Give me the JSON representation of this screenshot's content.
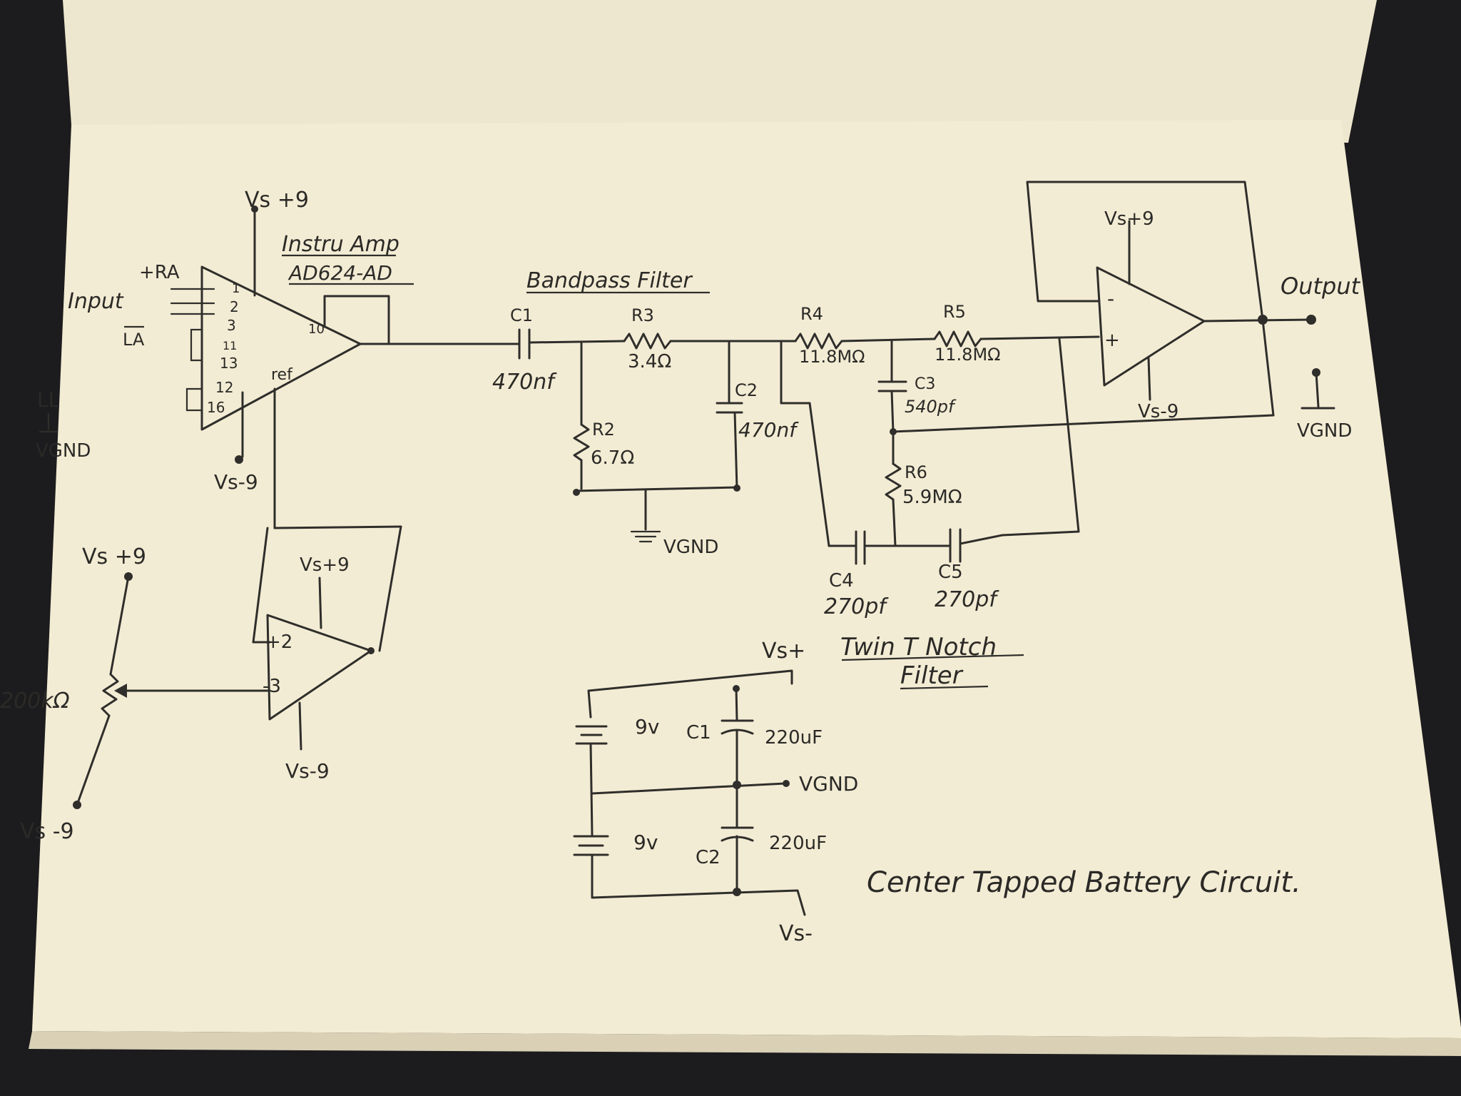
{
  "colors": {
    "paper": "#f3ecd4",
    "paper_top": "#eee7cf",
    "ink": "#2b2a27",
    "background": "#1c1c1e"
  },
  "instrumentation_amp": {
    "title": "Instru Amp",
    "part": "AD624-AD",
    "supply_pos": "Vs +9",
    "supply_neg": "Vs-9",
    "input_label": "Input",
    "ra_label": "+RA",
    "la_label": "LA",
    "ll_label": "LL",
    "ref_label": "ref",
    "vgnd_label": "VGND",
    "pins": [
      "1",
      "2",
      "3",
      "11",
      "13",
      "12",
      "16",
      "10"
    ]
  },
  "bandpass": {
    "title": "Bandpass Filter",
    "c1_name": "C1",
    "c1_value": "470nf",
    "r3_name": "R3",
    "r3_value": "3.4Ω",
    "r2_name": "R2",
    "r2_value": "6.7Ω",
    "c2_name": "C2",
    "c2_value": "470nf",
    "vgnd_label": "VGND"
  },
  "notch": {
    "title_line1": "Twin T Notch",
    "title_line2": "Filter",
    "r4_name": "R4",
    "r4_value": "11.8MΩ",
    "r5_name": "R5",
    "r5_value": "11.8MΩ",
    "c3_name": "C3",
    "c3_value": "540pf",
    "r6_name": "R6",
    "r6_value": "5.9MΩ",
    "c4_name": "C4",
    "c4_value": "270pf",
    "c5_name": "C5",
    "c5_value": "270pf"
  },
  "output_amp": {
    "supply_pos": "Vs+9",
    "supply_neg": "Vs-9",
    "minus": "-",
    "plus": "+",
    "output_label": "Output",
    "vgnd_label": "VGND"
  },
  "reference_buffer": {
    "supply_pos_pot": "Vs +9",
    "supply_neg_pot": "Vs -9",
    "pot_label": "200kΩ",
    "op_supply_pos": "Vs+9",
    "op_supply_neg": "Vs-9",
    "plus_pin": "+2",
    "minus_pin": "-3"
  },
  "battery": {
    "title": "Center Tapped Battery Circuit.",
    "vs_plus": "Vs+",
    "vs_minus": "Vs-",
    "battery1": "9v",
    "battery2": "9v",
    "c1_name": "C1",
    "c1_value": "220uF",
    "c2_name": "C2",
    "c2_value": "220uF",
    "vgnd_label": "VGND"
  }
}
